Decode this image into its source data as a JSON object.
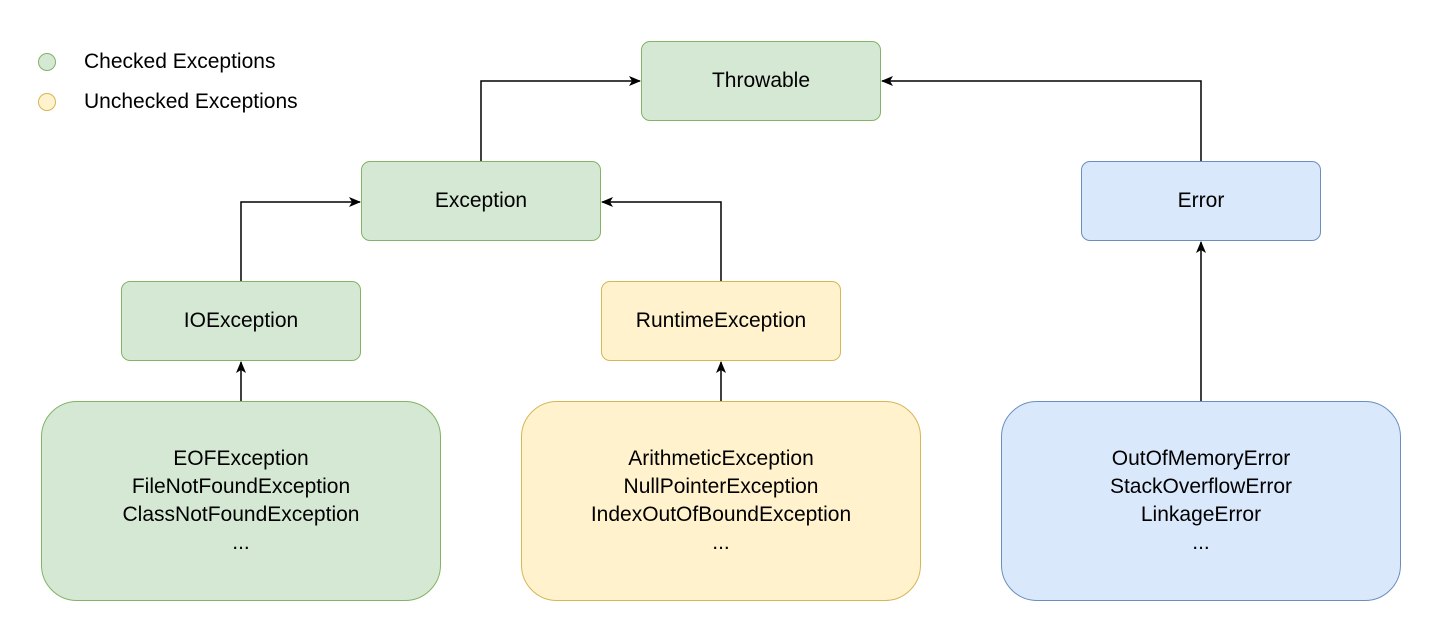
{
  "legend": {
    "checked": {
      "label": "Checked Exceptions",
      "color": "#d5e8d4"
    },
    "unchecked": {
      "label": "Unchecked Exceptions",
      "color": "#fff2cc"
    }
  },
  "nodes": {
    "throwable": "Throwable",
    "exception": "Exception",
    "error": "Error",
    "ioexception": "IOException",
    "runtimeexception": "RuntimeException"
  },
  "groups": {
    "io_children": [
      "EOFException",
      "FileNotFoundException",
      "ClassNotFoundException",
      "..."
    ],
    "runtime_children": [
      "ArithmeticException",
      "NullPointerException",
      "IndexOutOfBoundException",
      "..."
    ],
    "error_children": [
      "OutOfMemoryError",
      "StackOverflowError",
      "LinkageError",
      "..."
    ]
  },
  "colors": {
    "green_fill": "#d5e8d4",
    "green_stroke": "#82b366",
    "yellow_fill": "#fff2cc",
    "yellow_stroke": "#d6b656",
    "blue_fill": "#dae8fc",
    "blue_stroke": "#6c8ebf"
  }
}
